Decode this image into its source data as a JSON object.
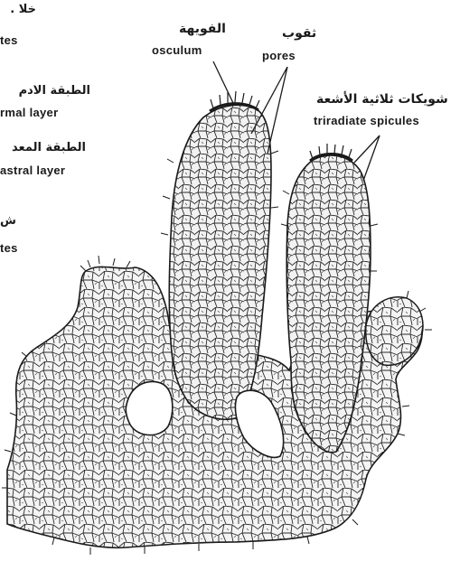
{
  "left_column": [
    {
      "id": "l1",
      "arabic": "خلا .",
      "english": "tes"
    },
    {
      "id": "l2",
      "arabic": "الطبقة الأدم",
      "english": "rmal layer"
    },
    {
      "id": "l3",
      "arabic": "الطبقة المعد",
      "english": "astral layer"
    },
    {
      "id": "l4",
      "arabic": "ش",
      "english": "tes"
    }
  ],
  "labels": {
    "osculum": {
      "arabic": "الفويهة",
      "english": "osculum"
    },
    "pores": {
      "arabic": "ثقوب",
      "english": "pores"
    },
    "spicules": {
      "arabic": "شويكات ثلاثية الأشعة",
      "english": "triradiate spicules"
    }
  },
  "colors": {
    "ink": "#1a1a1a",
    "paper": "#ffffff"
  }
}
